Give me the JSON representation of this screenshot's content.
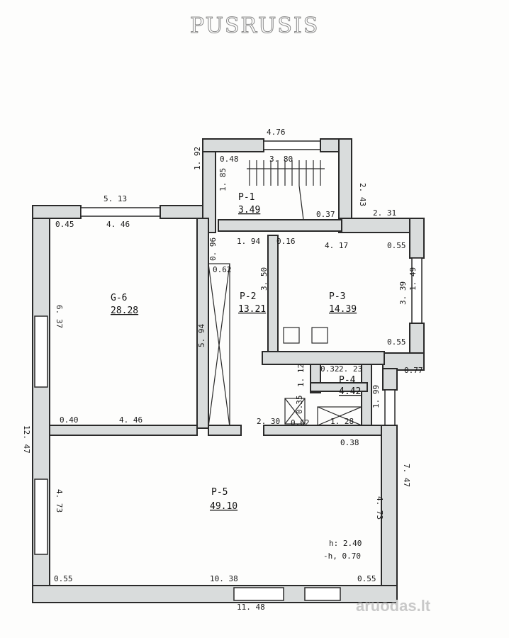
{
  "title": "PUSRUSIS",
  "watermark": "aruodas.lt",
  "rooms": {
    "p1": {
      "name": "P-1",
      "area": "3.49"
    },
    "p2": {
      "name": "P-2",
      "area": "13.21"
    },
    "p3": {
      "name": "P-3",
      "area": "14.39"
    },
    "p4": {
      "name": "P-4",
      "area": "4.42"
    },
    "p5": {
      "name": "P-5",
      "area": "49.10"
    },
    "g6": {
      "name": "G-6",
      "area": "28.28"
    }
  },
  "heights": {
    "h1": "h: 2.40",
    "h2": "-h, 0.70"
  },
  "dimensions": {
    "d476": "4.76",
    "d380": "3. 80",
    "d048": "0.48",
    "d192": "1. 92",
    "d185": "1. 85",
    "d243": "2. 43",
    "d037": "0.37",
    "d231": "2. 31",
    "d513": "5. 13",
    "d045": "0.45",
    "d446a": "4. 46",
    "d096": "0. 96",
    "d194": "1. 94",
    "d016": "0.16",
    "d417": "4. 17",
    "d055a": "0.55",
    "d149": "1. 49",
    "d062": "0.62",
    "d350": "3. 50",
    "d339": "3. 39",
    "d637": "6. 37",
    "d594": "5. 94",
    "d055b": "0.55",
    "d032": "0.32",
    "d223": "2. 23",
    "d077": "0.77",
    "d112": "1. 12",
    "d199": "1. 99",
    "d040": "0.40",
    "d446b": "4. 46",
    "d230": "2. 30",
    "d035": "0.35",
    "d062b": "0.62",
    "d128": "1. 28",
    "d038": "0.38",
    "d1247": "12. 47",
    "d747": "7. 47",
    "d473a": "4. 73",
    "d473b": "4. 73",
    "d055c": "0.55",
    "d1038": "10. 38",
    "d055d": "0.55",
    "d1148": "11. 48"
  }
}
